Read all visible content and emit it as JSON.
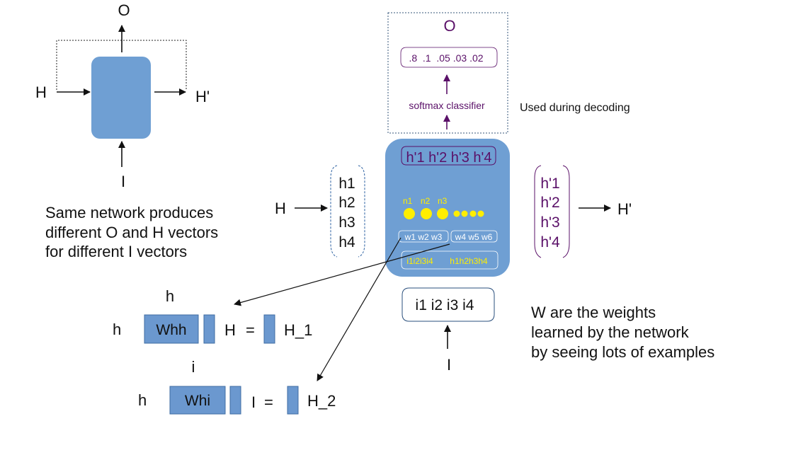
{
  "colors": {
    "cell_blue": "#6f9fd3",
    "matrix_blue": "#6b98cf",
    "purple": "#5a1068",
    "yellow": "#ffee00",
    "arrow_black": "#111111"
  },
  "icons": {
    "arrowheads": "triangle-arrow-icon",
    "brackets": "curly-bracket-icon"
  },
  "left_cell": {
    "output_label": "O",
    "input_h_label": "H",
    "output_h_label": "H'",
    "input_label": "I",
    "note_lines": [
      "Same network produces",
      "different O and H vectors",
      "for different I vectors"
    ]
  },
  "output_box": {
    "label": "O",
    "probs": ".8  .1  .05 .03 .02",
    "classifier": "softmax classifier",
    "note": "Used during decoding"
  },
  "main_cell": {
    "hprime_row": "h'1 h'2 h'3 h'4",
    "neuron_labels": [
      "n1",
      "n2",
      "n3"
    ],
    "weights_left": "w1 w2 w3",
    "weights_right": "w4 w5 w6",
    "inputs_left": "i1i2i3i4",
    "inputs_right": "h1h2h3h4"
  },
  "h_input": {
    "label": "H",
    "values": [
      "h1",
      "h2",
      "h3",
      "h4"
    ]
  },
  "h_output": {
    "label": "H'",
    "values": [
      "h'1",
      "h'2",
      "h'3",
      "h'4"
    ]
  },
  "i_input": {
    "values": "i1 i2 i3 i4",
    "label": "I"
  },
  "weights_note": [
    "W are the weights",
    "learned by the network",
    "by seeing lots of examples"
  ],
  "eq1": {
    "top_label": "h",
    "row_label": "h",
    "matrix": "Whh",
    "vector": "H",
    "equals": "=",
    "result": "H_1"
  },
  "eq2": {
    "top_label": "i",
    "row_label": "h",
    "matrix": "Whi",
    "vector": "I",
    "equals": "=",
    "result": "H_2"
  }
}
